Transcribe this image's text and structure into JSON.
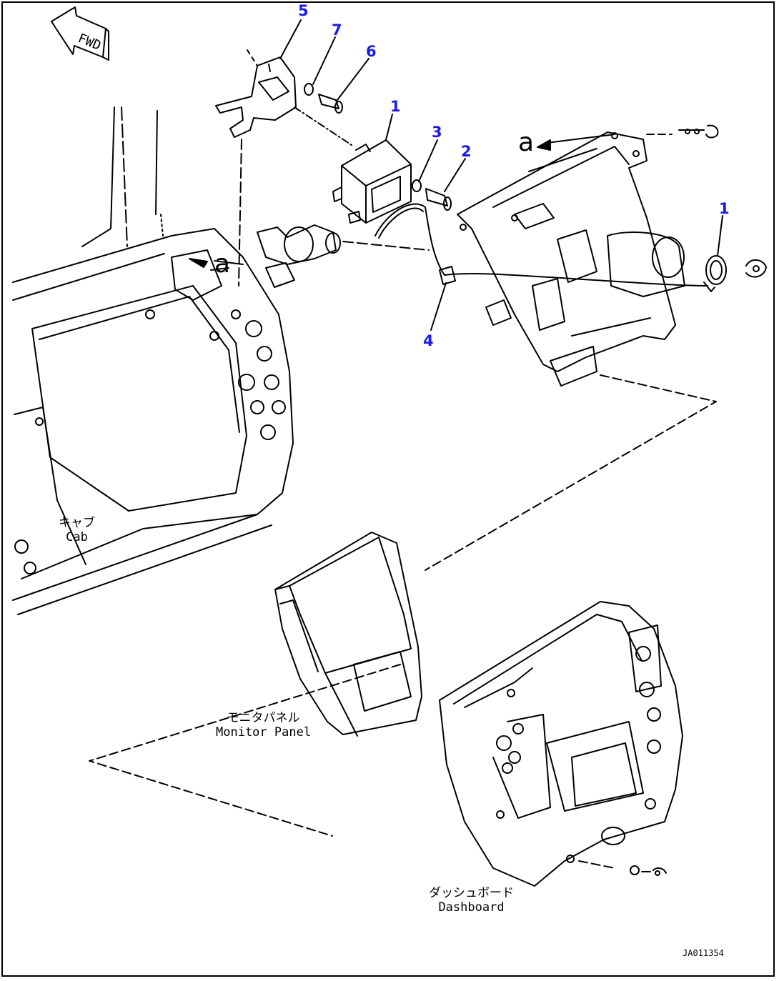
{
  "fwd_arrow": {
    "text": "FWD"
  },
  "callouts": {
    "item_1_controller": "1",
    "item_1_ring": "1",
    "item_2": "2",
    "item_3": "3",
    "item_4": "4",
    "item_5": "5",
    "item_6": "6",
    "item_7": "7"
  },
  "refs": {
    "a_left": "a",
    "a_right": "a"
  },
  "labels": {
    "cab_jp": "キャブ",
    "cab_en": "Cab",
    "monitor_jp": "モニタパネル",
    "monitor_en": "Monitor Panel",
    "dashboard_jp": "ダッシュボード",
    "dashboard_en": "Dashboard"
  },
  "drawing_code": "JA011354",
  "colors": {
    "callout": "#1a1ae6",
    "line": "#000000"
  }
}
